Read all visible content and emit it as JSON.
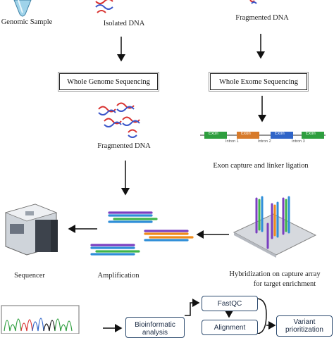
{
  "labels": {
    "genomic_sample": "Genomic Sample",
    "isolated_dna": "Isolated DNA",
    "fragmented_dna_top": "Fragmented DNA",
    "fragmented_dna_mid": "Fragmented DNA",
    "exon_capture": "Exon capture and linker ligation",
    "sequencer": "Sequencer",
    "amplification": "Amplification",
    "hybridization_line1": "Hybridization on capture array",
    "hybridization_line2": "for target enrichment"
  },
  "boxes": {
    "wgs": "Whole Genome Sequencing",
    "wes": "Whole Exome Sequencing",
    "bioinformatic_line1": "Bioinformatic",
    "bioinformatic_line2": "analysis",
    "fastqc": "FastQC",
    "alignment": "Alignment",
    "variant_line1": "Variant",
    "variant_line2": "prioritization"
  },
  "exon_strip": {
    "exons": [
      "Exon",
      "Exon",
      "Exon",
      "Exon"
    ],
    "introns": [
      "Intron 1",
      "Intron 2",
      "Intron 3"
    ],
    "exon_colors": [
      "#2e9e3e",
      "#d77a2a",
      "#2f64c8",
      "#2e9e3e"
    ]
  },
  "colors": {
    "dna_red": "#d8312f",
    "dna_blue": "#3a55c9",
    "frag_green": "#3fb54a",
    "frag_purple": "#7a3fc0",
    "frag_orange": "#f08c1a",
    "frag_blue": "#2f8ed8"
  }
}
